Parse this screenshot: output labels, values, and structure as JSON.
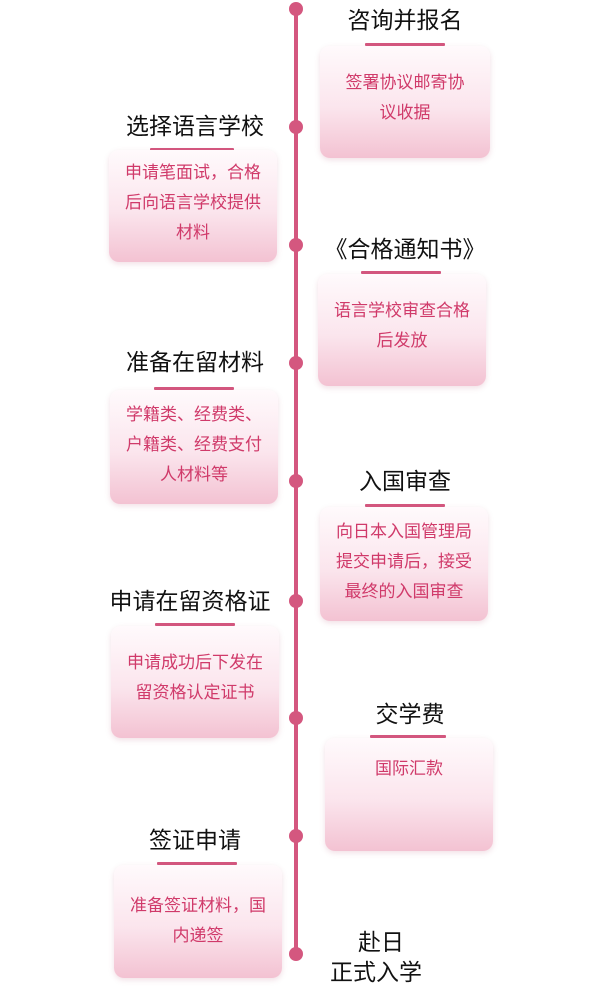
{
  "steps": [
    {
      "title": "咨询并报名",
      "desc": "签署协议邮寄协议收据"
    },
    {
      "title": "选择语言学校",
      "desc": "申请笔面试，合格后向语言学校提供材料"
    },
    {
      "title": "《合格通知书》",
      "desc": "语言学校审查合格后发放"
    },
    {
      "title": "准备在留材料",
      "desc": "学籍类、经费类、户籍类、经费支付人材料等"
    },
    {
      "title": "入国审查",
      "desc": "向日本入国管理局提交申请后，接受最终的入国审查"
    },
    {
      "title": "申请在留资格证",
      "desc": "申请成功后下发在留资格认定证书"
    },
    {
      "title": "交学费",
      "desc": "国际汇款"
    },
    {
      "title": "签证申请",
      "desc": "准备签证材料，国内递签"
    }
  ],
  "final": {
    "line1": "赴日",
    "line2": "正式入学"
  },
  "colors": {
    "accent": "#d4577f",
    "text": "#d03a6a"
  }
}
